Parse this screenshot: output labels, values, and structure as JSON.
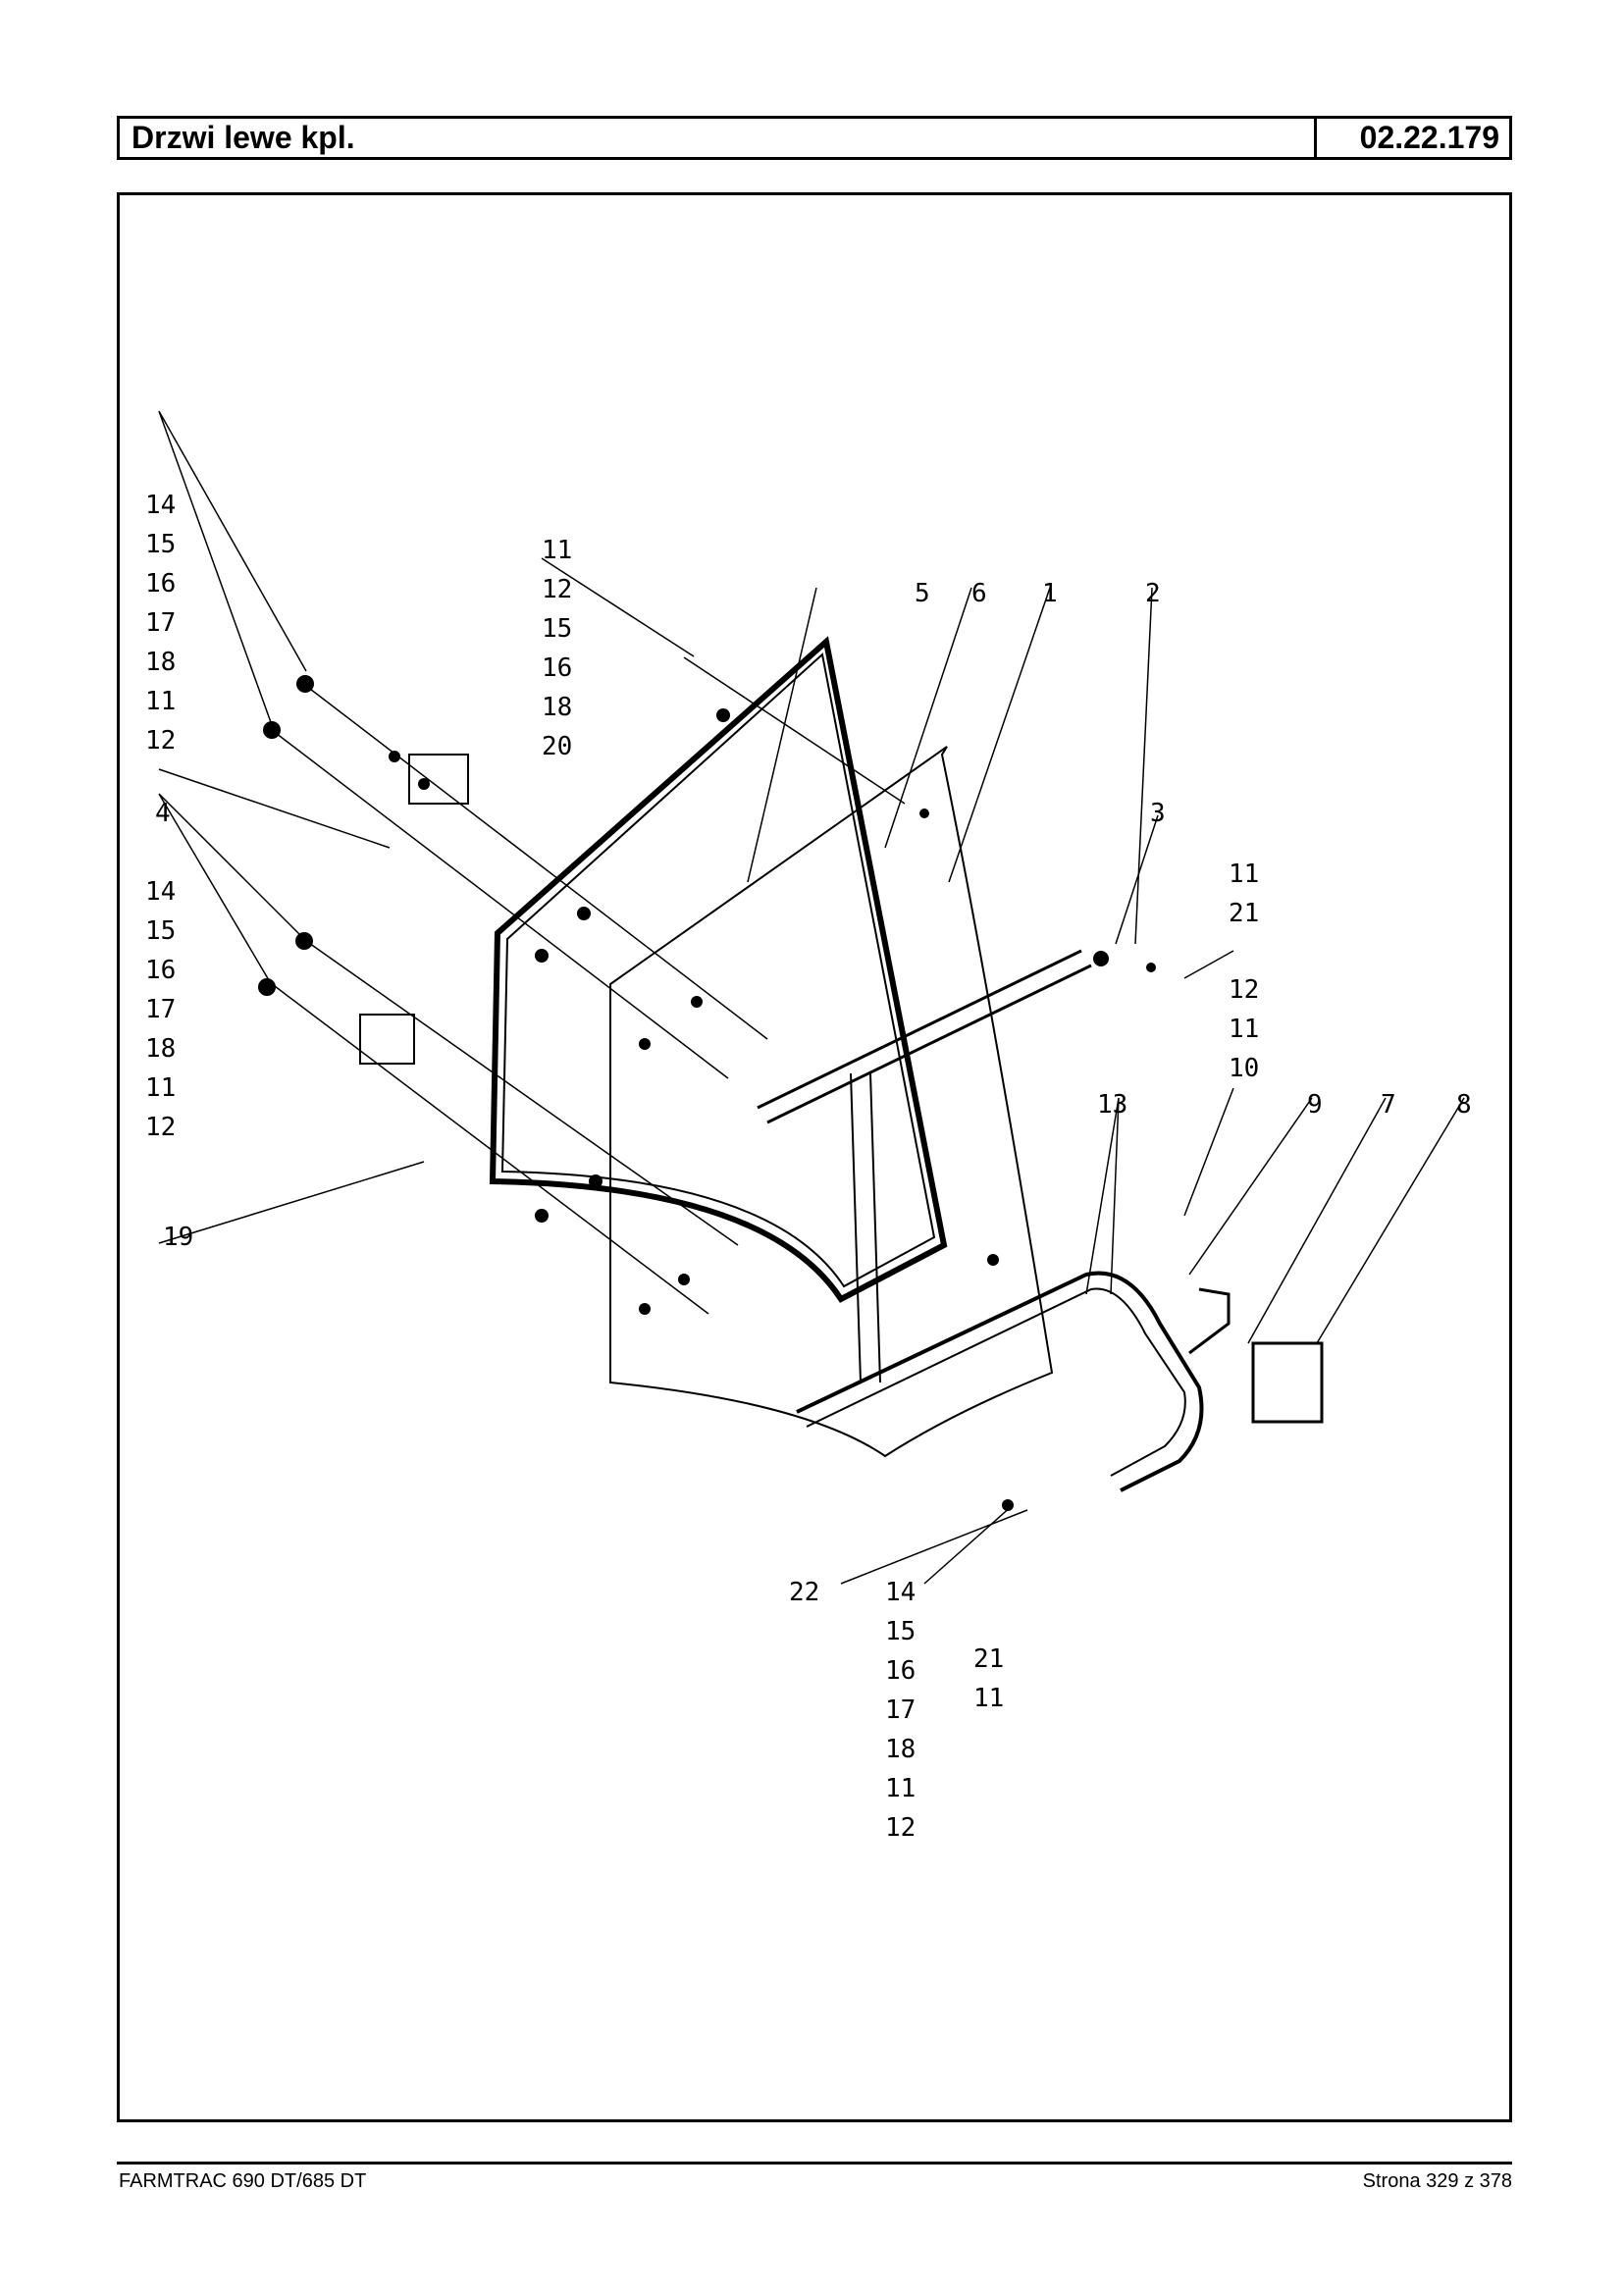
{
  "header": {
    "title": "Drzwi lewe kpl.",
    "code": "02.22.179"
  },
  "diagram": {
    "callouts": {
      "grp_top_left": [
        "14",
        "15",
        "16",
        "17",
        "18",
        "11",
        "12"
      ],
      "grp_mid_left": [
        "14",
        "15",
        "16",
        "17",
        "18",
        "11",
        "12"
      ],
      "grp_top_center": [
        "11",
        "12",
        "15",
        "16",
        "18",
        "20"
      ],
      "grp_bottom_center": [
        "14",
        "15",
        "16",
        "17",
        "18",
        "11",
        "12"
      ],
      "c4": "4",
      "c19": "19",
      "c5": "5",
      "c6": "6",
      "c1": "1",
      "c2": "2",
      "c3": "3",
      "grp_right_1": [
        "11",
        "21"
      ],
      "grp_right_2": [
        "12",
        "11",
        "10"
      ],
      "c13": "13",
      "c9": "9",
      "c7": "7",
      "c8": "8",
      "c22": "22",
      "grp_bottom_right": [
        "21",
        "11"
      ]
    }
  },
  "footer": {
    "left": "FARMTRAC 690 DT/685 DT",
    "right": "Strona 329 z 378"
  }
}
